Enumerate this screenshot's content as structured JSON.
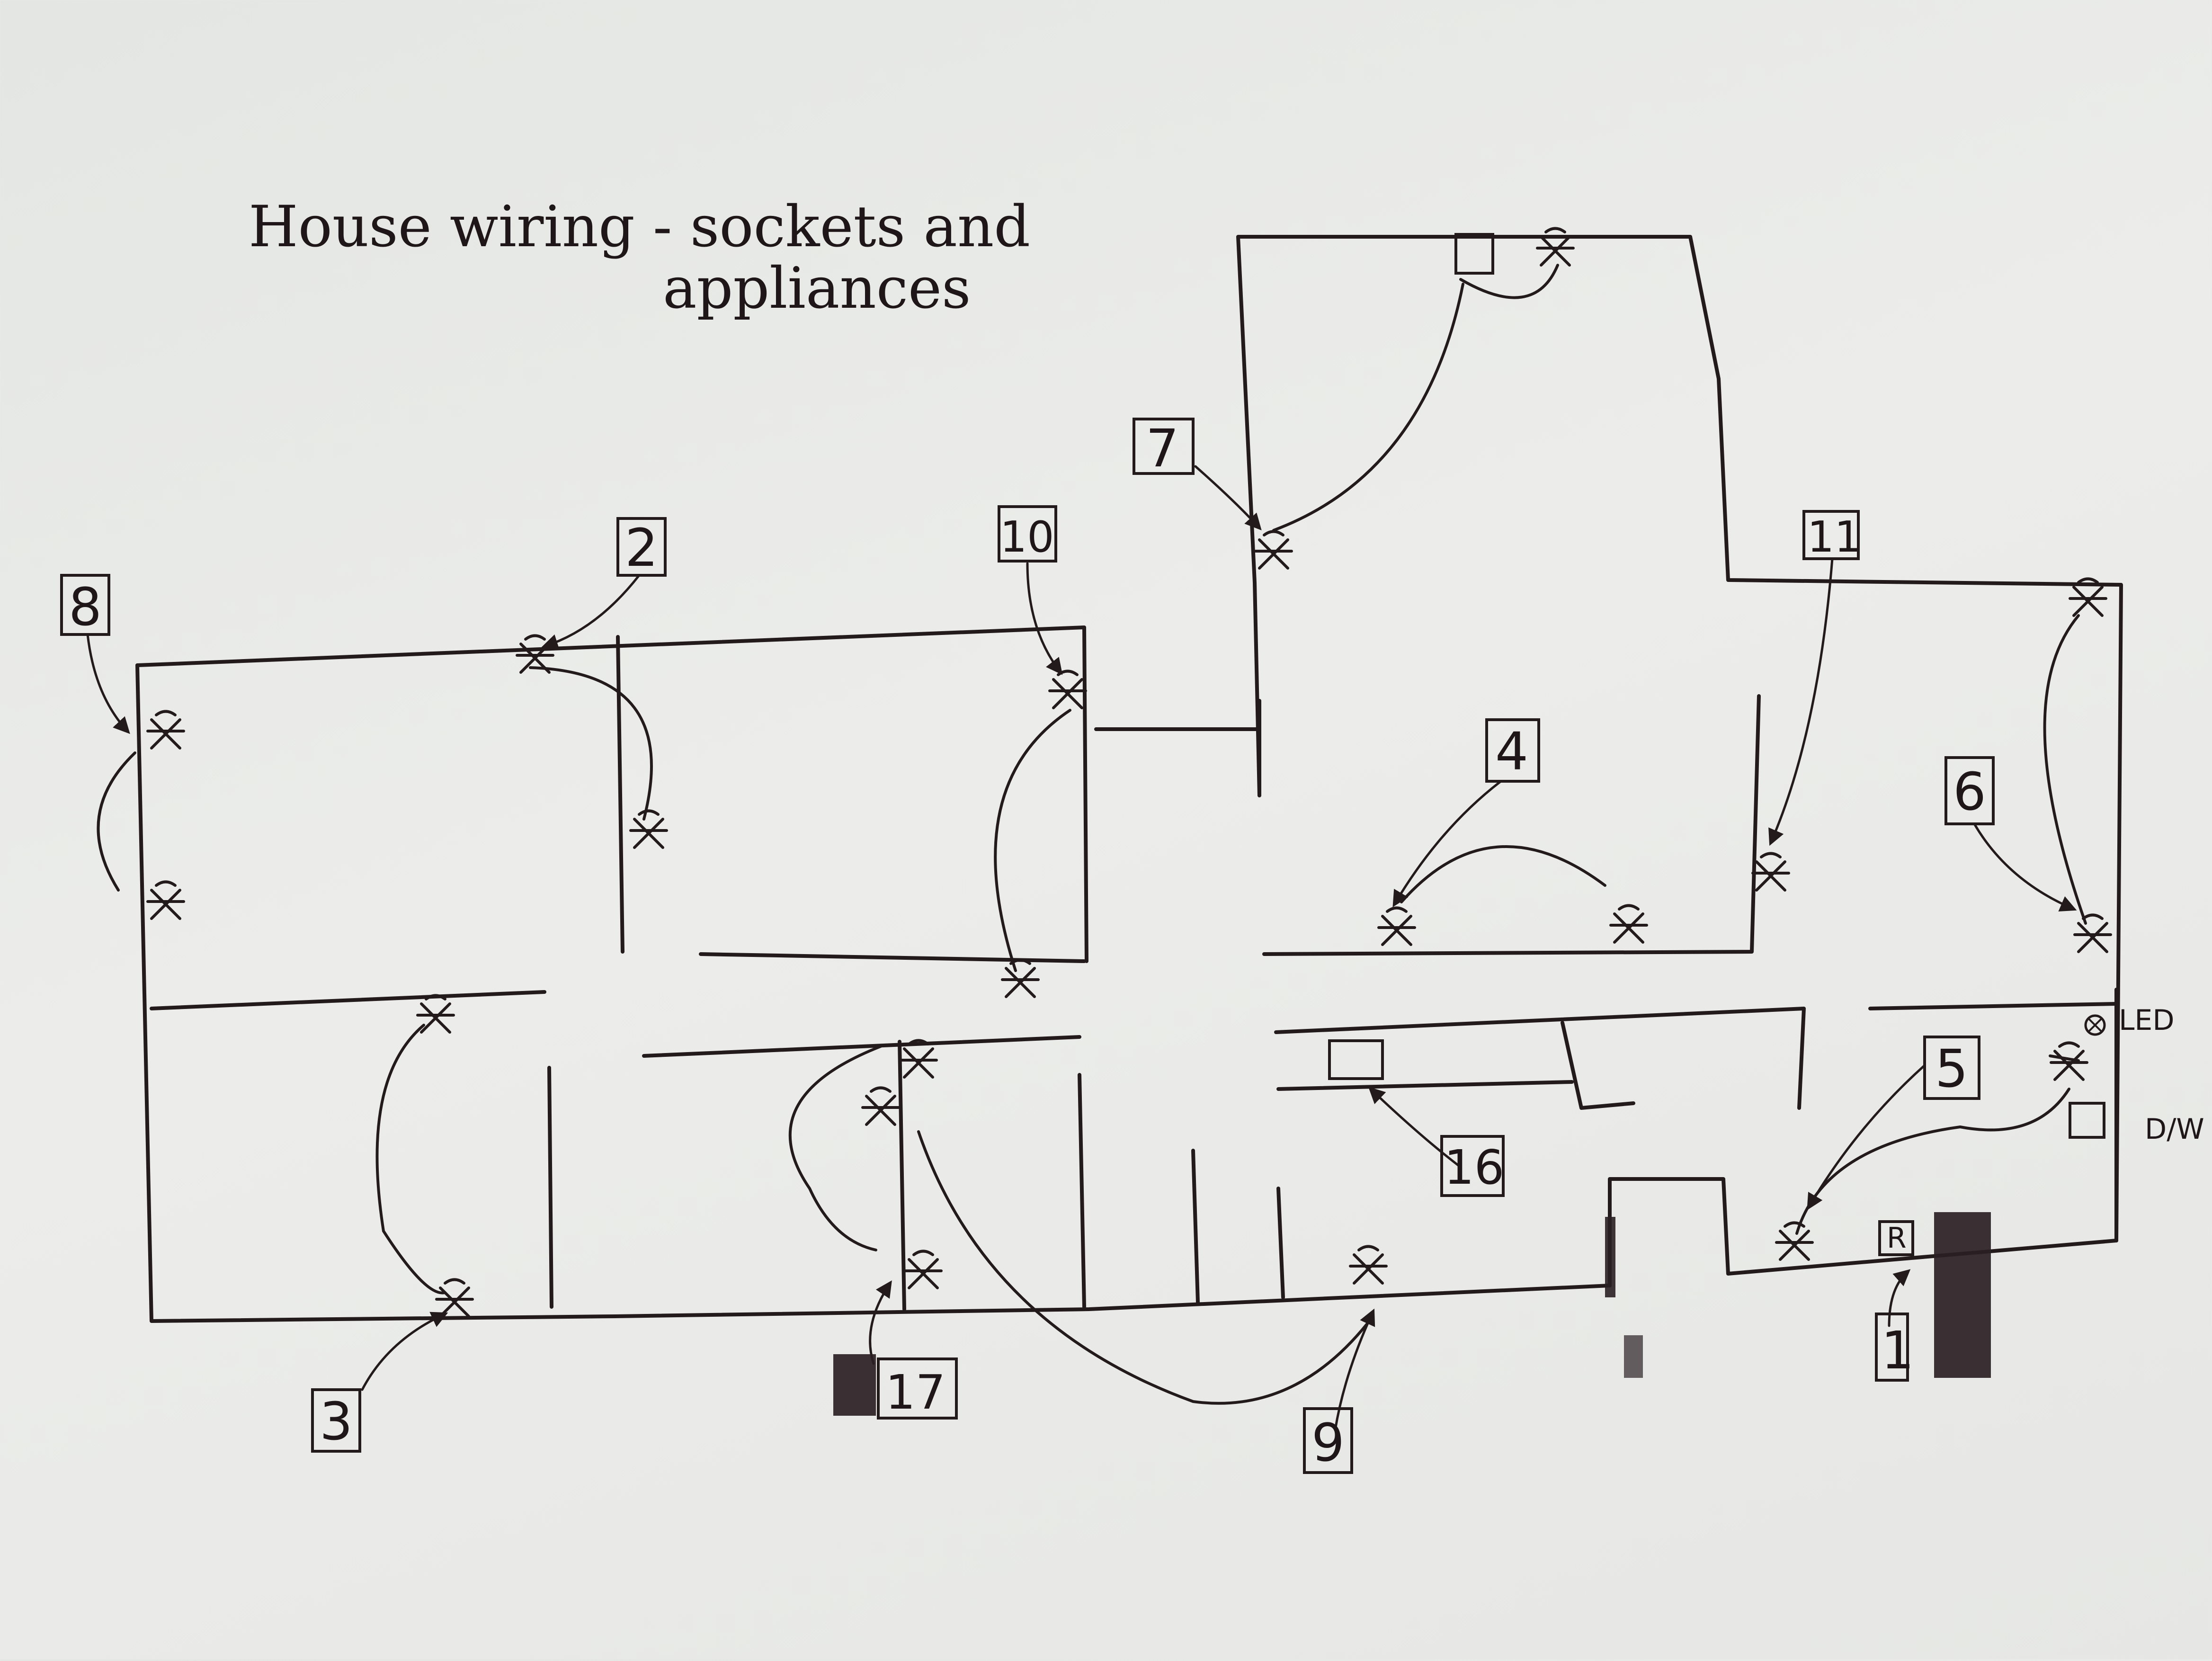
{
  "title_line1": "House wiring - sockets and",
  "title_line2": "appliances",
  "circuits": [
    {
      "number": "1"
    },
    {
      "number": "2"
    },
    {
      "number": "3"
    },
    {
      "number": "4"
    },
    {
      "number": "5"
    },
    {
      "number": "6"
    },
    {
      "number": "7"
    },
    {
      "number": "8"
    },
    {
      "number": "9"
    },
    {
      "number": "10"
    },
    {
      "number": "11"
    },
    {
      "number": "16"
    },
    {
      "number": "17"
    }
  ],
  "appliance_labels": {
    "led": "LED",
    "dw": "D/W",
    "r": "R"
  },
  "colors": {
    "ink": "#231a1c",
    "paper": "#e8e9e6"
  }
}
